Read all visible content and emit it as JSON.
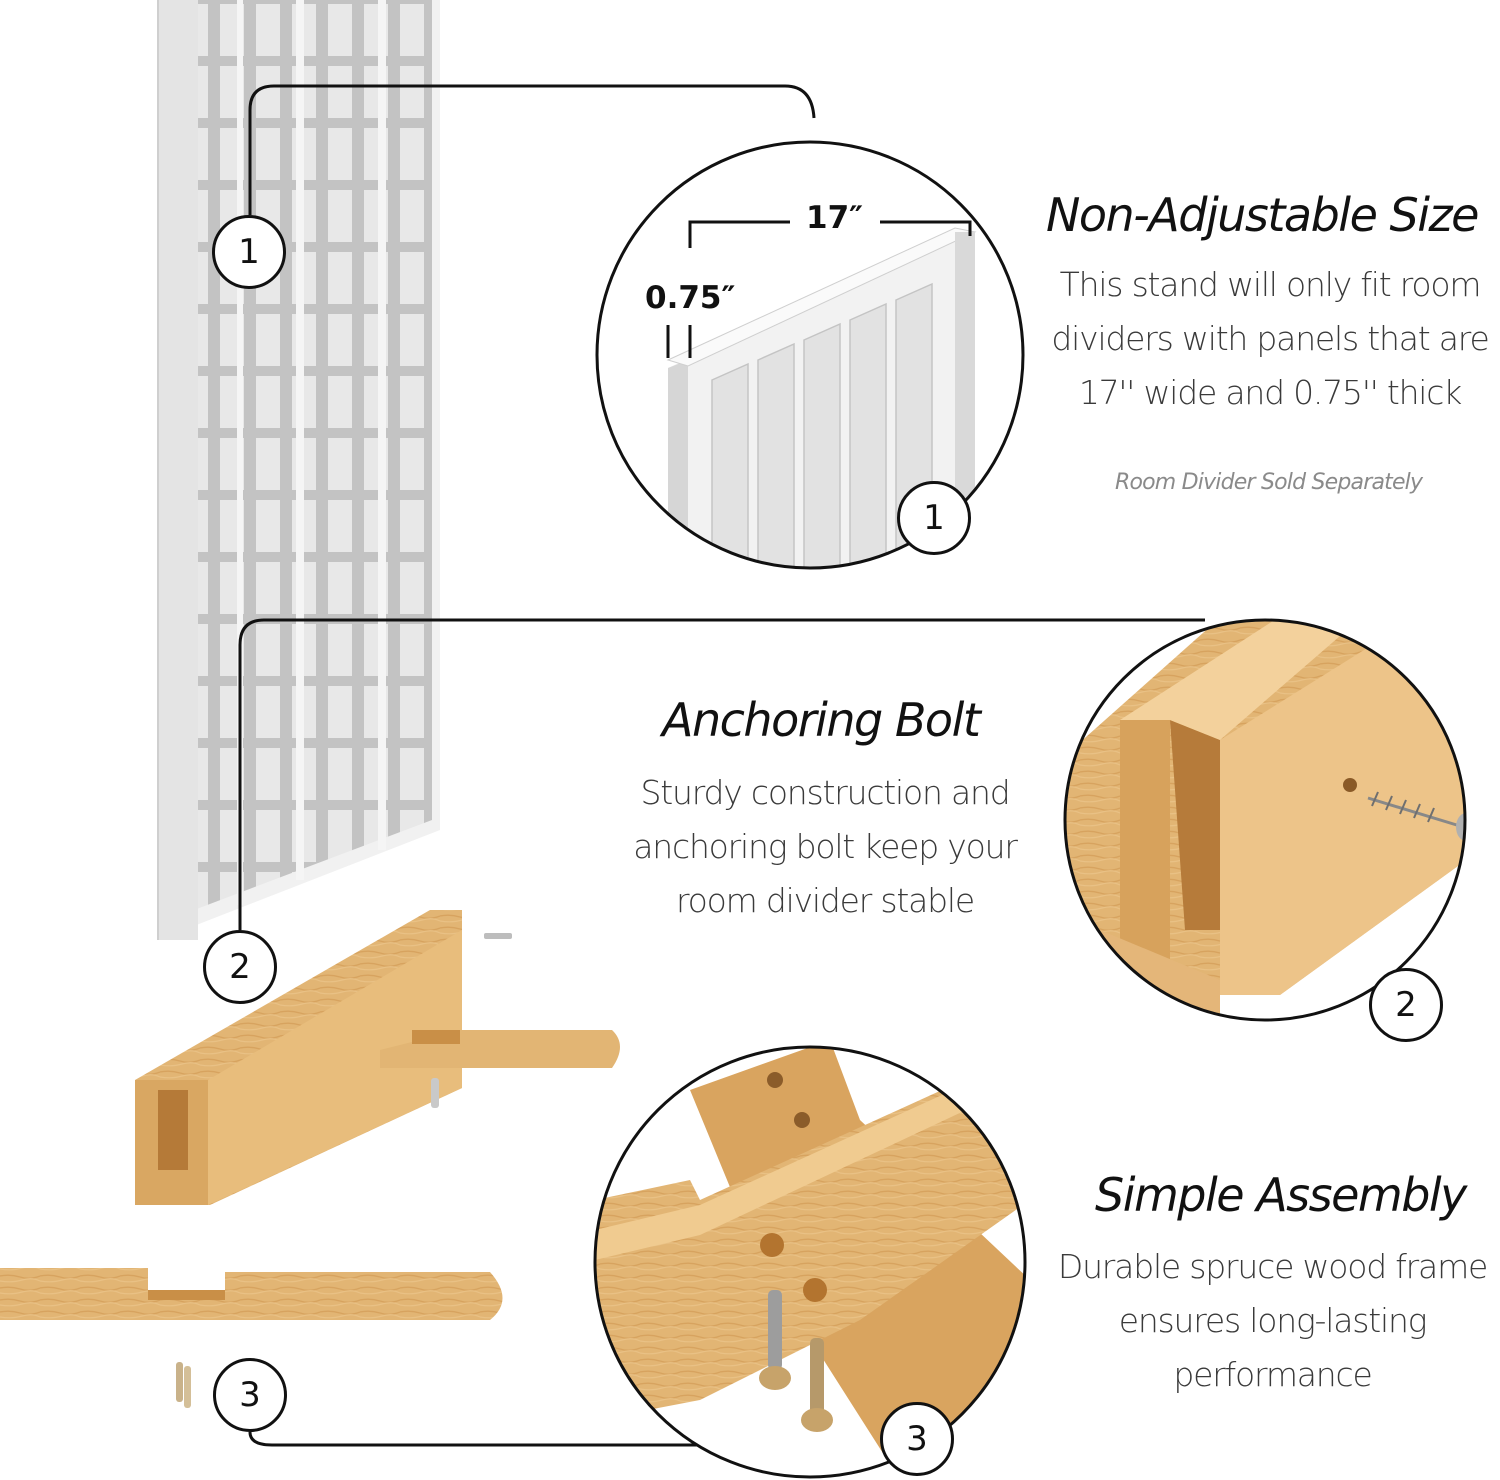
{
  "features": [
    {
      "number": "1",
      "title": "Non-Adjustable Size",
      "lines": [
        "This stand will only fit room",
        "dividers with panels that are",
        "17'' wide and 0.75'' thick"
      ],
      "note": "Room Divider Sold Separately"
    },
    {
      "number": "2",
      "title": "Anchoring Bolt",
      "lines": [
        "Sturdy construction and",
        "anchoring bolt keep your",
        "room divider stable"
      ]
    },
    {
      "number": "3",
      "title": "Simple Assembly",
      "lines": [
        "Durable spruce wood frame",
        "ensures long-lasting",
        "performance"
      ]
    }
  ],
  "dimensions": {
    "width": "17″",
    "thickness": "0.75″"
  },
  "colors": {
    "wood": "#e2b574",
    "wood_dark": "#c98f47",
    "wood_light": "#f0cc92",
    "panel": "#ececec",
    "panel_slat": "#bdbdbd",
    "line": "#111111",
    "note_gray": "#8a8a8a"
  }
}
